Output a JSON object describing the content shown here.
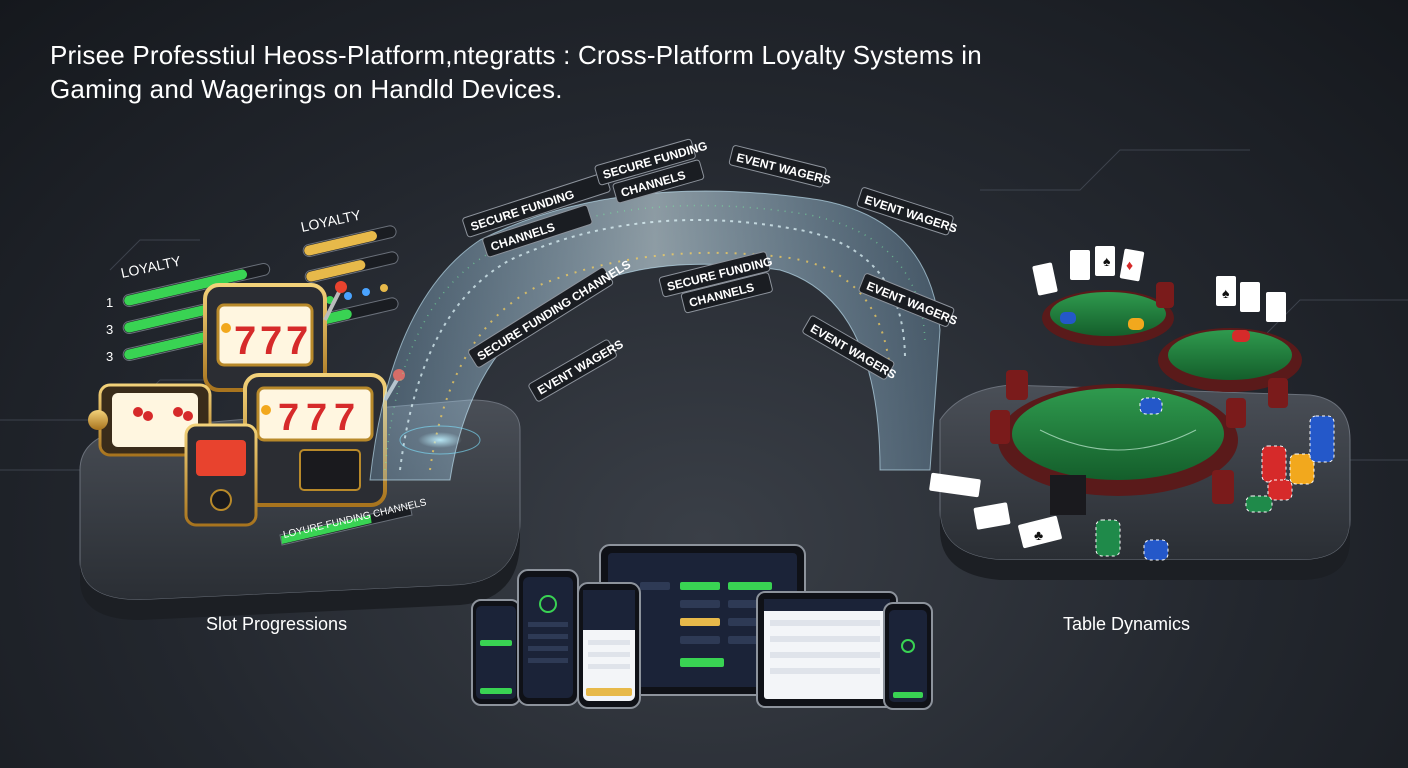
{
  "title": {
    "line1": "Prisee Professtiul Heoss-Platform,ntegratts : Cross-Platform Loyalty Systems in",
    "line2": "Gaming and Wagerings on Handld Devices."
  },
  "sections": {
    "slot_label": "Slot Progressions",
    "table_label": "Table Dynamics"
  },
  "loyalty_left": {
    "title": "LOYALTY",
    "levels": [
      "1",
      "3",
      "3"
    ],
    "bar_fills": [
      0.85,
      0.72,
      0.6
    ]
  },
  "loyalty_right": {
    "title": "LOYALTY",
    "bar_fills": [
      0.8,
      0.65,
      0.5
    ]
  },
  "slot_numbers": [
    "7",
    "7",
    "7"
  ],
  "bridge_signs": [
    "SECURE FUNDING",
    "CHANNELS",
    "SECURE FUNDING",
    "CHANNELS",
    "EVENT WAGERS",
    "EVENT WAGERS",
    "SECURE FUNDING",
    "CHANNELS",
    "SECURE FUNDING CHANNELS",
    "EVENT WAGERS",
    "EVENT WAGERS",
    "EVENT WAGERS"
  ],
  "base_bar_label": "LOYURE FUNDING CHANNELS",
  "base_bar_fill": 0.7,
  "colors": {
    "accent_green": "#39d353",
    "accent_gold": "#e7b94a",
    "felt_green": "#1f7a3b",
    "table_rail": "#6b1e1e",
    "bridge_cyan": "#7fe3ff"
  },
  "icons": [
    "slot-machine-icon",
    "playing-card-icon",
    "poker-chip-icon",
    "smartphone-icon",
    "tablet-icon"
  ]
}
